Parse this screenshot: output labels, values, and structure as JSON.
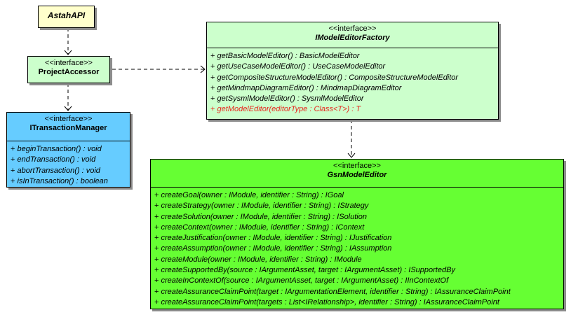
{
  "classes": {
    "astah_api": {
      "name": "AstahAPI",
      "color": "#ffffcc"
    },
    "project_accessor": {
      "stereotype": "<<interface>>",
      "name": "ProjectAccessor",
      "color": "#ccffcc"
    },
    "transaction_manager": {
      "stereotype": "<<interface>>",
      "name": "ITransactionManager",
      "color": "#66ccff",
      "operations": [
        "beginTransaction() : void",
        "endTransaction() : void",
        "abortTransaction() : void",
        "isInTransaction() : boolean"
      ]
    },
    "model_editor_factory": {
      "stereotype": "<<interface>>",
      "name": "IModelEditorFactory",
      "color": "#ccffcc",
      "operations": [
        "getBasicModelEditor() : BasicModelEditor",
        "getUseCaseModelEditor() : UseCaseModelEditor",
        "getCompositeStructureModelEditor() : CompositeStructureModelEditor",
        "getMindmapDiagramEditor() : MindmapDiagramEditor",
        "getSysmlModelEditor() : SysmlModelEditor",
        "getModelEditor(editorType : Class<T>) : T"
      ]
    },
    "gsn_model_editor": {
      "stereotype": "<<interface>>",
      "name": "GsnModelEditor",
      "color": "#66ff33",
      "operations": [
        "createGoal(owner : IModule, identifier : String) : IGoal",
        "createStrategy(owner : IModule, identifier : String) : IStrategy",
        "createSolution(owner : IModule, identifier : String) : ISolution",
        "createContext(owner : IModule, identifier : String) : IContext",
        "createJustification(owner : IModule, identifier : String) : IJustification",
        "createAssumption(owner : IModule, identifier : String) : IAssumption",
        "createModule(owner : IModule, identifier : String) : IModule",
        "createSupportedBy(source : IArgumentAsset, target : IArgumentAsset) : ISupportedBy",
        "createInContextOf(source : IArgumentAsset, target : IArgumentAsset) : IInContextOf",
        "createAssuranceClaimPoint(target : IArgumentationElement, identifier : String) : IAssuranceClaimPoint",
        "createAssuranceClaimPoint(targets : List<IRelationship>, identifier  : String) : IAssuranceClaimPoint"
      ]
    }
  },
  "visibility_symbol": "+",
  "highlight_color": "#e8271d",
  "edge_style": "dashed-dependency"
}
